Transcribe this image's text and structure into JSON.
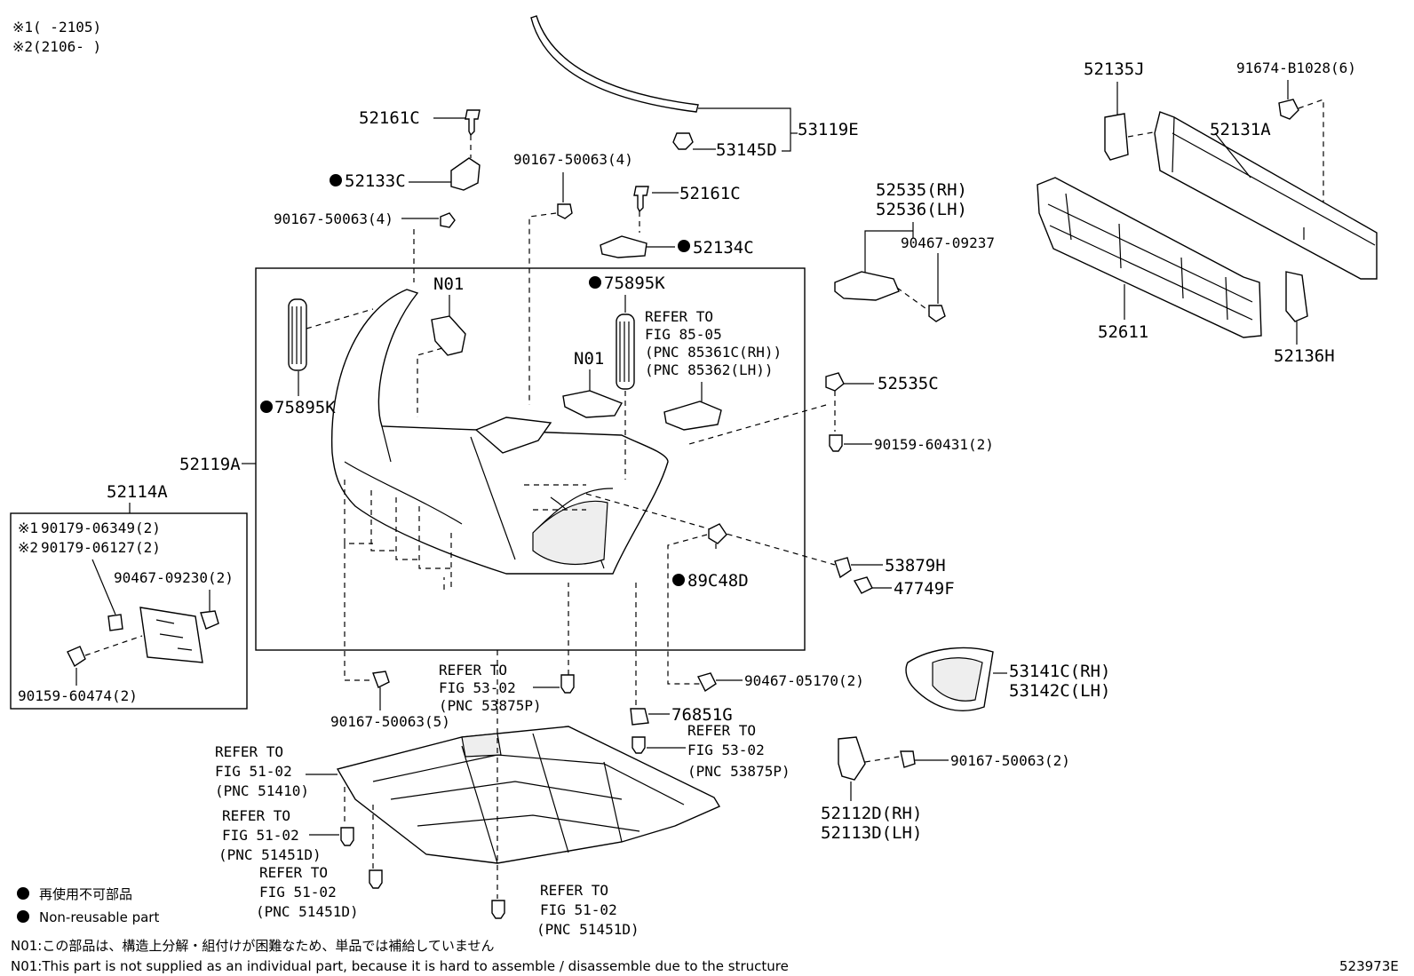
{
  "legend_top": {
    "line1": "※1(    -2105)",
    "line2": "※2(2106-    )"
  },
  "parts": {
    "p52161C_top": "52161C",
    "p52133C": "52133C",
    "p90167_a": "90167-50063(4)",
    "p90167_b": "90167-50063(4)",
    "p52161C_mid": "52161C",
    "p52134C": "52134C",
    "p53119E": "53119E",
    "p53145D": "53145D",
    "p52535": "52535(RH)",
    "p52536": "52536(LH)",
    "p90467_09237": "90467-09237",
    "p52135J": "52135J",
    "p91674": "91674-B1028(6)",
    "p52131A": "52131A",
    "p52611": "52611",
    "p52136H": "52136H",
    "pN01_a": "N01",
    "p75895K_a": "75895K",
    "pN01_b": "N01",
    "p75895K_b": "75895K",
    "p52119A": "52119A",
    "p52535C": "52535C",
    "p90159_60431": "90159-60431(2)",
    "p53879H": "53879H",
    "p47749F": "47749F",
    "p89C48D": "89C48D",
    "p52114A": "52114A",
    "p90179_06349": "90179-06349(2)",
    "p90179_06127": "90179-06127(2)",
    "p90467_09230": "90467-09230(2)",
    "p90159_60474": "90159-60474(2)",
    "p90167_50063_5": "90167-50063(5)",
    "p90467_05170": "90467-05170(2)",
    "p53141C": "53141C(RH)",
    "p53142C": "53142C(LH)",
    "p76851G": "76851G",
    "p90167_50063_2": "90167-50063(2)",
    "p52112D": "52112D(RH)",
    "p52113D": "52113D(LH)",
    "mark1": "※1",
    "mark2": "※2"
  },
  "refs": {
    "fig85": [
      "REFER TO",
      "FIG 85-05",
      "(PNC 85361C(RH))",
      "(PNC 85362(LH))"
    ],
    "fig53_a": [
      "REFER TO",
      "FIG 53-02",
      "(PNC 53875P)"
    ],
    "fig53_b": [
      "REFER TO",
      "FIG 53-02",
      "(PNC 53875P)"
    ],
    "fig51_410": [
      "REFER TO",
      "FIG 51-02",
      "(PNC 51410)"
    ],
    "fig51_451_a": [
      "REFER TO",
      "FIG 51-02",
      "(PNC 51451D)"
    ],
    "fig51_451_b": [
      "REFER TO",
      "FIG 51-02",
      "(PNC 51451D)"
    ],
    "fig51_451_c": [
      "REFER TO",
      "FIG 51-02",
      "(PNC 51451D)"
    ]
  },
  "legend_bottom": {
    "jp": "再使用不可部品",
    "en": "Non-reusable part"
  },
  "notes": {
    "n01_jp": "N01:この部品は、構造上分解・組付けが困難なため、単品では補給していません",
    "n01_en": "N01:This part is not supplied as an individual part, because it is hard to assemble / disassemble due to the structure"
  },
  "figure_code": "523973E"
}
